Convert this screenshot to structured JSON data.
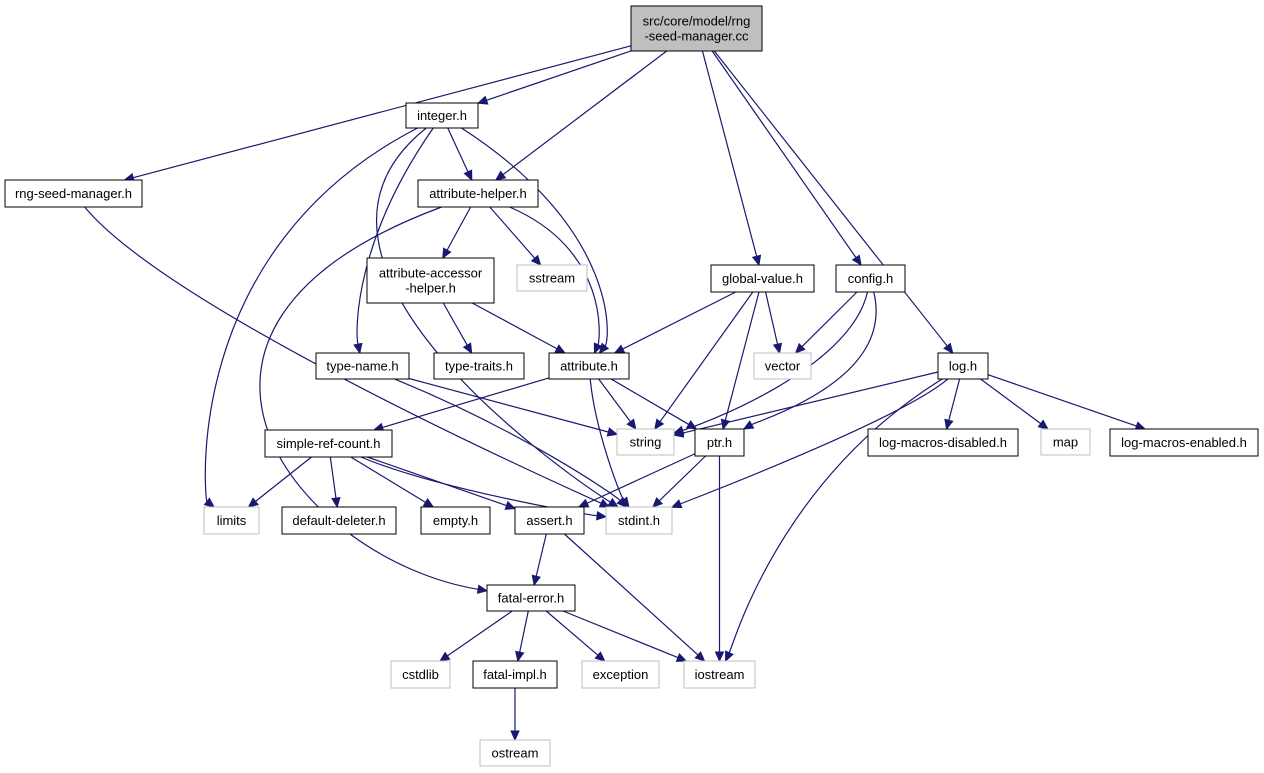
{
  "graph": {
    "nodes": [
      {
        "id": "root",
        "lines": [
          "src/core/model/rng",
          "-seed-manager.cc"
        ],
        "kind": "root"
      },
      {
        "id": "integer",
        "lines": [
          "integer.h"
        ],
        "kind": "file"
      },
      {
        "id": "rngsm",
        "lines": [
          "rng-seed-manager.h"
        ],
        "kind": "file"
      },
      {
        "id": "attrhelper",
        "lines": [
          "attribute-helper.h"
        ],
        "kind": "file"
      },
      {
        "id": "attracc",
        "lines": [
          "attribute-accessor",
          "-helper.h"
        ],
        "kind": "file"
      },
      {
        "id": "sstream",
        "lines": [
          "sstream"
        ],
        "kind": "system"
      },
      {
        "id": "globalvalue",
        "lines": [
          "global-value.h"
        ],
        "kind": "file"
      },
      {
        "id": "config",
        "lines": [
          "config.h"
        ],
        "kind": "file"
      },
      {
        "id": "typename",
        "lines": [
          "type-name.h"
        ],
        "kind": "file"
      },
      {
        "id": "typetraits",
        "lines": [
          "type-traits.h"
        ],
        "kind": "file"
      },
      {
        "id": "attribute",
        "lines": [
          "attribute.h"
        ],
        "kind": "file"
      },
      {
        "id": "vector",
        "lines": [
          "vector"
        ],
        "kind": "system"
      },
      {
        "id": "log",
        "lines": [
          "log.h"
        ],
        "kind": "file"
      },
      {
        "id": "simplerefcount",
        "lines": [
          "simple-ref-count.h"
        ],
        "kind": "file"
      },
      {
        "id": "string",
        "lines": [
          "string"
        ],
        "kind": "system"
      },
      {
        "id": "ptr",
        "lines": [
          "ptr.h"
        ],
        "kind": "file"
      },
      {
        "id": "logdisabled",
        "lines": [
          "log-macros-disabled.h"
        ],
        "kind": "file"
      },
      {
        "id": "map",
        "lines": [
          "map"
        ],
        "kind": "system"
      },
      {
        "id": "logenabled",
        "lines": [
          "log-macros-enabled.h"
        ],
        "kind": "file"
      },
      {
        "id": "limits",
        "lines": [
          "limits"
        ],
        "kind": "system"
      },
      {
        "id": "defaultdeleter",
        "lines": [
          "default-deleter.h"
        ],
        "kind": "file"
      },
      {
        "id": "empty",
        "lines": [
          "empty.h"
        ],
        "kind": "file"
      },
      {
        "id": "assert",
        "lines": [
          "assert.h"
        ],
        "kind": "file"
      },
      {
        "id": "stdint",
        "lines": [
          "stdint.h"
        ],
        "kind": "system"
      },
      {
        "id": "fatalerror",
        "lines": [
          "fatal-error.h"
        ],
        "kind": "file"
      },
      {
        "id": "cstdlib",
        "lines": [
          "cstdlib"
        ],
        "kind": "system"
      },
      {
        "id": "fatalimpl",
        "lines": [
          "fatal-impl.h"
        ],
        "kind": "file"
      },
      {
        "id": "exception",
        "lines": [
          "exception"
        ],
        "kind": "system"
      },
      {
        "id": "iostream",
        "lines": [
          "iostream"
        ],
        "kind": "system"
      },
      {
        "id": "ostream",
        "lines": [
          "ostream"
        ],
        "kind": "system"
      }
    ],
    "edges": [
      {
        "from": "root",
        "to": "rngsm"
      },
      {
        "from": "root",
        "to": "integer"
      },
      {
        "from": "root",
        "to": "attrhelper"
      },
      {
        "from": "root",
        "to": "globalvalue"
      },
      {
        "from": "root",
        "to": "config"
      },
      {
        "from": "root",
        "to": "log"
      },
      {
        "from": "rngsm",
        "to": "stdint"
      },
      {
        "from": "integer",
        "to": "attrhelper"
      },
      {
        "from": "integer",
        "to": "attribute"
      },
      {
        "from": "integer",
        "to": "typename"
      },
      {
        "from": "integer",
        "to": "stdint"
      },
      {
        "from": "integer",
        "to": "limits"
      },
      {
        "from": "attrhelper",
        "to": "attracc"
      },
      {
        "from": "attrhelper",
        "to": "sstream"
      },
      {
        "from": "attrhelper",
        "to": "attribute"
      },
      {
        "from": "attrhelper",
        "to": "fatalerror"
      },
      {
        "from": "attracc",
        "to": "typetraits"
      },
      {
        "from": "attracc",
        "to": "attribute"
      },
      {
        "from": "globalvalue",
        "to": "attribute"
      },
      {
        "from": "globalvalue",
        "to": "vector"
      },
      {
        "from": "globalvalue",
        "to": "string"
      },
      {
        "from": "globalvalue",
        "to": "ptr"
      },
      {
        "from": "config",
        "to": "vector"
      },
      {
        "from": "config",
        "to": "string"
      },
      {
        "from": "config",
        "to": "ptr"
      },
      {
        "from": "typename",
        "to": "string"
      },
      {
        "from": "typename",
        "to": "stdint"
      },
      {
        "from": "attribute",
        "to": "string"
      },
      {
        "from": "attribute",
        "to": "ptr"
      },
      {
        "from": "attribute",
        "to": "simplerefcount"
      },
      {
        "from": "attribute",
        "to": "stdint"
      },
      {
        "from": "log",
        "to": "string"
      },
      {
        "from": "log",
        "to": "logdisabled"
      },
      {
        "from": "log",
        "to": "map"
      },
      {
        "from": "log",
        "to": "logenabled"
      },
      {
        "from": "log",
        "to": "stdint"
      },
      {
        "from": "log",
        "to": "iostream"
      },
      {
        "from": "simplerefcount",
        "to": "limits"
      },
      {
        "from": "simplerefcount",
        "to": "defaultdeleter"
      },
      {
        "from": "simplerefcount",
        "to": "empty"
      },
      {
        "from": "simplerefcount",
        "to": "assert"
      },
      {
        "from": "simplerefcount",
        "to": "stdint"
      },
      {
        "from": "ptr",
        "to": "assert"
      },
      {
        "from": "ptr",
        "to": "stdint"
      },
      {
        "from": "ptr",
        "to": "iostream"
      },
      {
        "from": "assert",
        "to": "fatalerror"
      },
      {
        "from": "assert",
        "to": "iostream"
      },
      {
        "from": "fatalerror",
        "to": "cstdlib"
      },
      {
        "from": "fatalerror",
        "to": "fatalimpl"
      },
      {
        "from": "fatalerror",
        "to": "exception"
      },
      {
        "from": "fatalerror",
        "to": "iostream"
      },
      {
        "from": "fatalimpl",
        "to": "ostream"
      }
    ]
  }
}
